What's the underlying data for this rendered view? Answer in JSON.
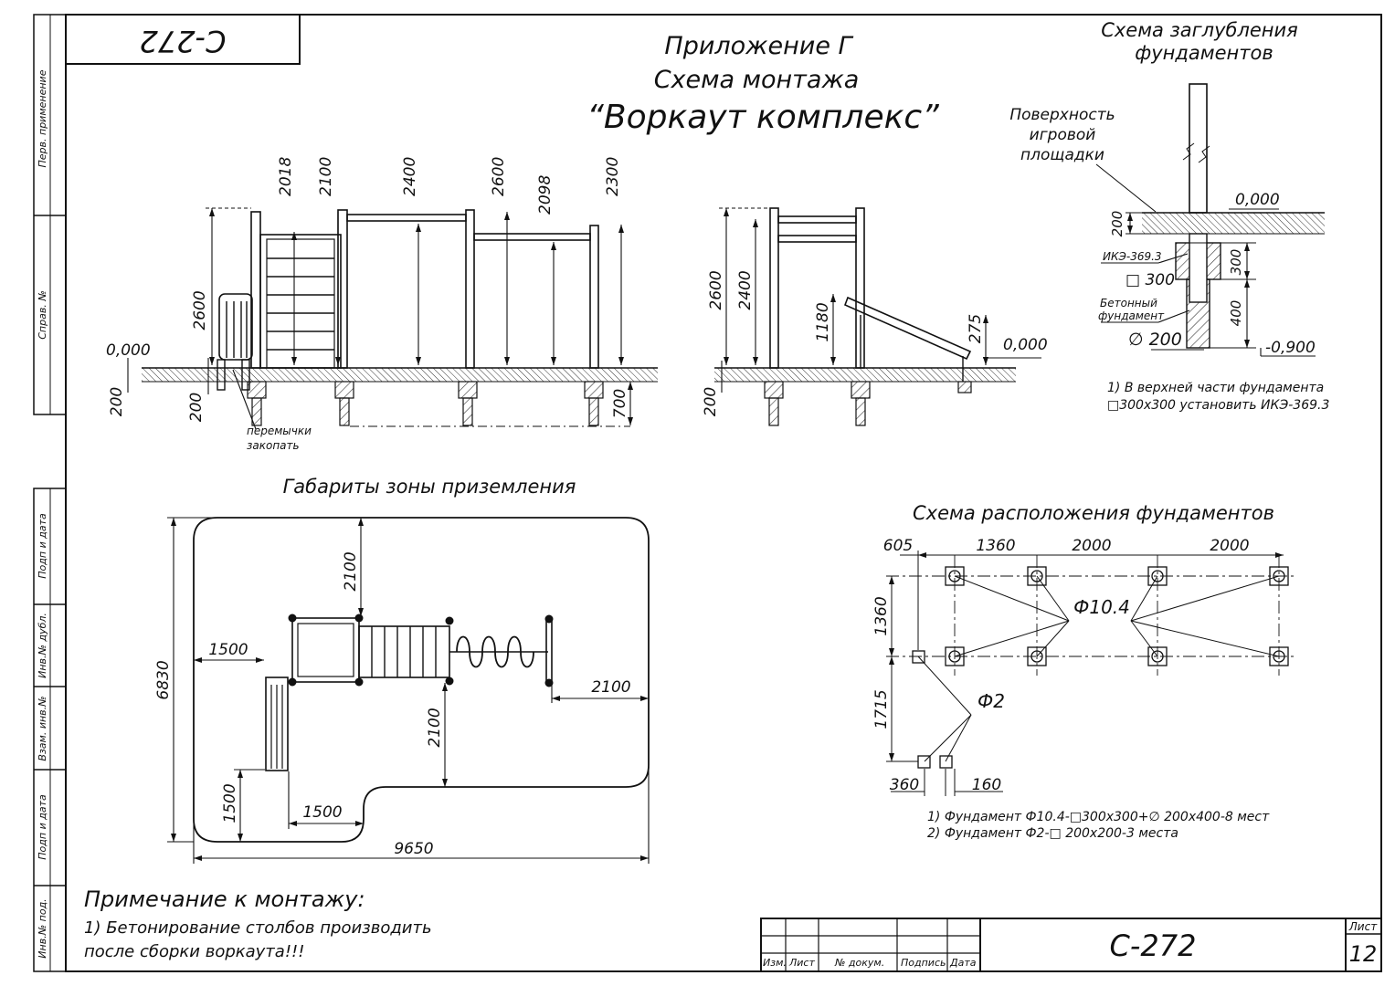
{
  "sheet": {
    "code_rotated": "С-272",
    "appendix": "Приложение Г",
    "scheme": "Схема монтажа",
    "product": "“Воркаут комплекс”"
  },
  "side_labels": [
    "Перв. применение",
    "Справ. №",
    "Подп и дата",
    "Инв.№ дубл.",
    "Взам. инв.№",
    "Подп и дата",
    "Инв.№ под."
  ],
  "front_view": {
    "level_left": "0,000",
    "dims_top": [
      "2018",
      "2100",
      "2400",
      "2600",
      "2098",
      "2300"
    ],
    "dim_2600": "2600",
    "dim_200_a": "200",
    "dim_200_b": "200",
    "dim_700": "700",
    "note_line1": "перемычки",
    "note_line2": "закопать"
  },
  "side_view": {
    "dim_2600": "2600",
    "dim_2400": "2400",
    "dim_1180": "1180",
    "dim_275": "275",
    "level": "0,000",
    "dim_200": "200"
  },
  "depth_scheme": {
    "title1": "Схема заглубления",
    "title2": "фундаментов",
    "surface1": "Поверхность",
    "surface2": "игровой",
    "surface3": "площадки",
    "level_top": "0,000",
    "dim_200": "200",
    "ike": "ИКЭ-369.3",
    "sq300": "□ 300",
    "dim_300": "300",
    "dim_400": "400",
    "concrete1": "Бетонный",
    "concrete2": "фундамент",
    "dia200": "∅ 200",
    "level_bottom": "-0,900",
    "note1": "1) В верхней части фундамента",
    "note2": "□300х300 установить ИКЭ-369.3"
  },
  "landing_zone": {
    "title": "Габариты зоны приземления",
    "d_top_2100": "2100",
    "d_left_1500": "1500",
    "d_height_6830": "6830",
    "d_right_2100": "2100",
    "d_mid_2100": "2100",
    "d_bottom_1500_v": "1500",
    "d_bottom_1500_h": "1500",
    "d_width_9650": "9650"
  },
  "foundation_layout": {
    "title": "Схема расположения фундаментов",
    "top_dims": [
      "605",
      "1360",
      "2000",
      "2000"
    ],
    "left_1360": "1360",
    "left_1715": "1715",
    "label_f104": "Ф10.4",
    "label_f2": "Ф2",
    "bottom_360": "360",
    "bottom_160": "160",
    "note1": "1) Фундамент Ф10.4-□300х300+∅ 200х400-8 мест",
    "note2": "2) Фундамент Ф2-□ 200х200-3 места"
  },
  "mount_note": {
    "title": "Примечание к монтажу:",
    "line1": "1) Бетонирование столбов производить",
    "line2": "после сборки воркаута!!!"
  },
  "title_block": {
    "cols": [
      "Изм.",
      "Лист",
      "№ докум.",
      "Подпись",
      "Дата"
    ],
    "code": "С-272",
    "sheet_label": "Лист",
    "sheet_no": "12"
  }
}
